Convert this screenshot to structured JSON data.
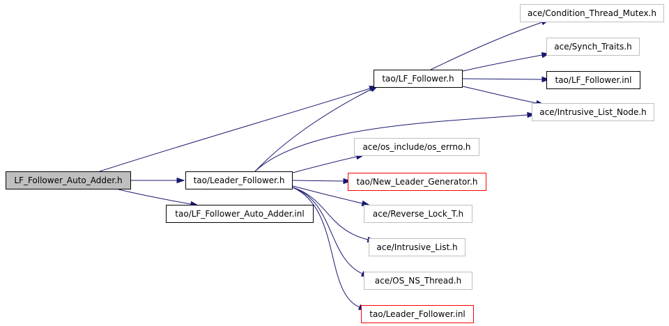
{
  "colors": {
    "edge": "#191970",
    "focus_fill": "#bfbfbf",
    "documented_border": "#000000",
    "undocumented_border": "#bfbfbf",
    "truncated_border": "#ff0000"
  },
  "nodes": [
    {
      "id": "lf_follower_auto_adder_h",
      "label": "LF_Follower_Auto_Adder.h",
      "kind": "focus"
    },
    {
      "id": "leader_follower_h",
      "label": "tao/Leader_Follower.h",
      "kind": "documented"
    },
    {
      "id": "lf_follower_auto_adder_inl",
      "label": "tao/LF_Follower_Auto_Adder.inl",
      "kind": "documented"
    },
    {
      "id": "lf_follower_h",
      "label": "tao/LF_Follower.h",
      "kind": "documented"
    },
    {
      "id": "condition_thread_mutex_h",
      "label": "ace/Condition_Thread_Mutex.h",
      "kind": "undocumented"
    },
    {
      "id": "synch_traits_h",
      "label": "ace/Synch_Traits.h",
      "kind": "undocumented"
    },
    {
      "id": "lf_follower_inl",
      "label": "tao/LF_Follower.inl",
      "kind": "documented"
    },
    {
      "id": "intrusive_list_node_h",
      "label": "ace/Intrusive_List_Node.h",
      "kind": "undocumented"
    },
    {
      "id": "os_errno_h",
      "label": "ace/os_include/os_errno.h",
      "kind": "undocumented"
    },
    {
      "id": "new_leader_generator_h",
      "label": "tao/New_Leader_Generator.h",
      "kind": "truncated"
    },
    {
      "id": "reverse_lock_t_h",
      "label": "ace/Reverse_Lock_T.h",
      "kind": "undocumented"
    },
    {
      "id": "intrusive_list_h",
      "label": "ace/Intrusive_List.h",
      "kind": "undocumented"
    },
    {
      "id": "os_ns_thread_h",
      "label": "ace/OS_NS_Thread.h",
      "kind": "undocumented"
    },
    {
      "id": "leader_follower_inl",
      "label": "tao/Leader_Follower.inl",
      "kind": "truncated"
    }
  ],
  "edges": [
    {
      "from": "lf_follower_auto_adder_h",
      "to": "leader_follower_h"
    },
    {
      "from": "lf_follower_auto_adder_h",
      "to": "lf_follower_auto_adder_inl"
    },
    {
      "from": "lf_follower_auto_adder_h",
      "to": "lf_follower_h"
    },
    {
      "from": "leader_follower_h",
      "to": "lf_follower_h"
    },
    {
      "from": "leader_follower_h",
      "to": "intrusive_list_node_h"
    },
    {
      "from": "leader_follower_h",
      "to": "os_errno_h"
    },
    {
      "from": "leader_follower_h",
      "to": "new_leader_generator_h"
    },
    {
      "from": "leader_follower_h",
      "to": "reverse_lock_t_h"
    },
    {
      "from": "leader_follower_h",
      "to": "intrusive_list_h"
    },
    {
      "from": "leader_follower_h",
      "to": "os_ns_thread_h"
    },
    {
      "from": "leader_follower_h",
      "to": "leader_follower_inl"
    },
    {
      "from": "lf_follower_h",
      "to": "condition_thread_mutex_h"
    },
    {
      "from": "lf_follower_h",
      "to": "synch_traits_h"
    },
    {
      "from": "lf_follower_h",
      "to": "lf_follower_inl"
    },
    {
      "from": "lf_follower_h",
      "to": "intrusive_list_node_h"
    }
  ]
}
